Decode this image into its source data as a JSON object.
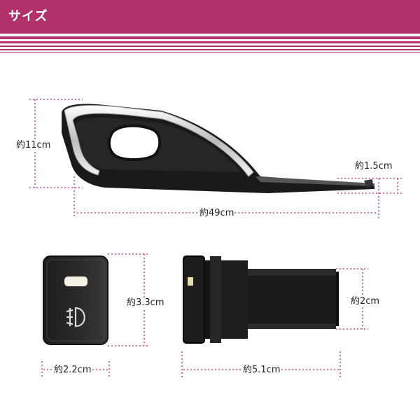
{
  "header": {
    "title": "サイズ"
  },
  "colors": {
    "accent": "#b1316b",
    "dimension_line": "#c2276f"
  },
  "dimensions": {
    "bezel_height": "約11cm",
    "bezel_depth": "約1.5cm",
    "bezel_width": "約49cm",
    "switch_height": "約3.3cm",
    "switch_width": "約2.2cm",
    "switch_body_height": "約2cm",
    "switch_length": "約5.1cm"
  },
  "icons": {
    "switch_symbol": "fog-lamp-icon"
  }
}
